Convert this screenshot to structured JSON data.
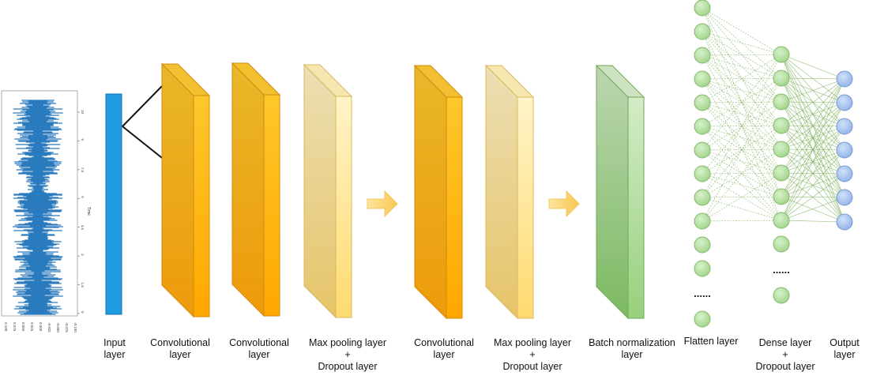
{
  "waveform": {
    "y_axis_label": "Time",
    "y_ticks": [
      "0",
      "1.5",
      "3",
      "4.5",
      "6",
      "7.5",
      "9",
      "10"
    ],
    "x_ticks": [
      "0.100",
      "0.075",
      "0.050",
      "0.025",
      "0.000",
      "-0.025",
      "-0.050",
      "-0.075",
      "-0.100"
    ]
  },
  "labels": {
    "input": [
      "Input",
      "layer"
    ],
    "conv1": [
      "Convolutional",
      "layer"
    ],
    "conv2": [
      "Convolutional",
      "layer"
    ],
    "pool1": [
      "Max pooling layer",
      "+",
      "Dropout layer"
    ],
    "conv3": [
      "Convolutional",
      "layer"
    ],
    "pool2": [
      "Max pooling layer",
      "+",
      "Dropout layer"
    ],
    "batchnorm": [
      "Batch normalization",
      "layer"
    ],
    "flatten": [
      "Flatten layer"
    ],
    "dense": [
      "Dense layer",
      "+",
      "Dropout layer"
    ],
    "output": [
      "Output",
      "layer"
    ]
  },
  "ellipsis": "......",
  "colors": {
    "input": "#1e9be0",
    "conv": "#f0a818",
    "pool": "#f2d98a",
    "batchnorm": "#98c878",
    "neuron_green": "#b5e0a0",
    "neuron_blue": "#a8c4ec",
    "connection": "#7cb05a",
    "waveform": "#2a7bbd"
  }
}
